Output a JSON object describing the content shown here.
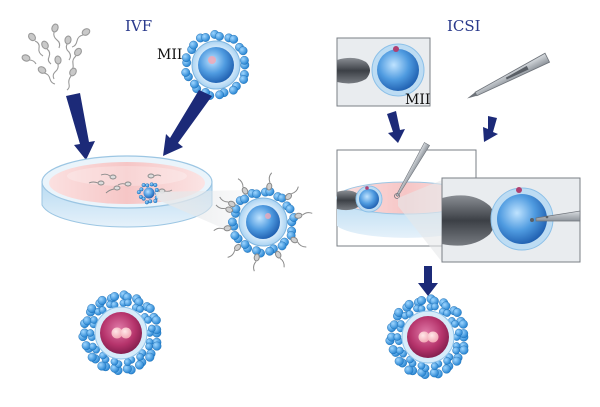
{
  "labels": {
    "ivf": "IVF",
    "icsi": "ICSI",
    "mii_ivf": "MII",
    "mii_icsi": "MII"
  },
  "colors": {
    "arrow": "#1c2a78",
    "label": "#2a3a8c",
    "cumulus": "#3d9fdc",
    "oocyte": "#6aaee8",
    "zygote": "#b5336b",
    "dish_medium": "#f5c6c6",
    "panel_bg": "#e9ecef"
  },
  "icons": [
    "sperm-cluster",
    "oocyte-mii",
    "petri-dish",
    "zygote",
    "injection-pipette",
    "holding-pipette"
  ]
}
